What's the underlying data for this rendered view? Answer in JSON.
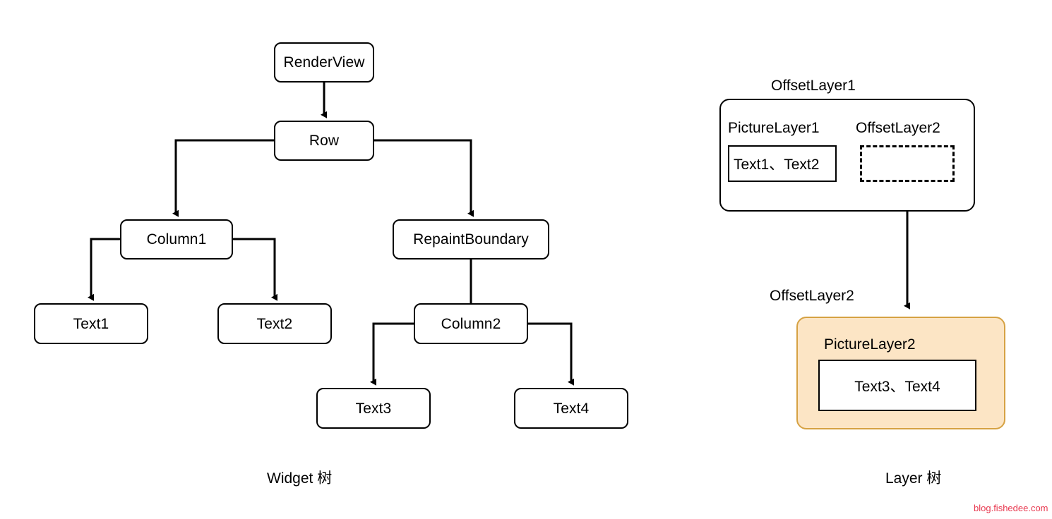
{
  "diagram": {
    "title_left": "Widget 树",
    "title_right": "Layer 树",
    "watermark": "blog.fishedee.com",
    "accent_orange_fill": "#FCE5C5",
    "accent_orange_border": "#D6A243",
    "stroke_color": "#000000",
    "watermark_color": "#E8384F"
  },
  "widget_tree": {
    "caption": "Widget 树",
    "nodes": [
      {
        "id": "renderview",
        "label": "RenderView"
      },
      {
        "id": "row",
        "label": "Row"
      },
      {
        "id": "column1",
        "label": "Column1"
      },
      {
        "id": "repaintboundary",
        "label": "RepaintBoundary"
      },
      {
        "id": "text1",
        "label": "Text1"
      },
      {
        "id": "text2",
        "label": "Text2"
      },
      {
        "id": "column2",
        "label": "Column2"
      },
      {
        "id": "text3",
        "label": "Text3"
      },
      {
        "id": "text4",
        "label": "Text4"
      }
    ],
    "edges": [
      {
        "from": "renderview",
        "to": "row"
      },
      {
        "from": "row",
        "to": "column1"
      },
      {
        "from": "row",
        "to": "repaintboundary"
      },
      {
        "from": "column1",
        "to": "text1"
      },
      {
        "from": "column1",
        "to": "text2"
      },
      {
        "from": "repaintboundary",
        "to": "column2"
      },
      {
        "from": "column2",
        "to": "text3"
      },
      {
        "from": "column2",
        "to": "text4"
      }
    ]
  },
  "layer_tree": {
    "caption": "Layer 树",
    "offset_layer1": {
      "label": "OffsetLayer1",
      "picture_layer1_label": "PictureLayer1",
      "picture_layer1_content": "Text1、Text2",
      "offset_layer2_label": "OffsetLayer2"
    },
    "offset_layer2": {
      "label": "OffsetLayer2",
      "picture_layer2_label": "PictureLayer2",
      "picture_layer2_content": "Text3、Text4"
    }
  }
}
